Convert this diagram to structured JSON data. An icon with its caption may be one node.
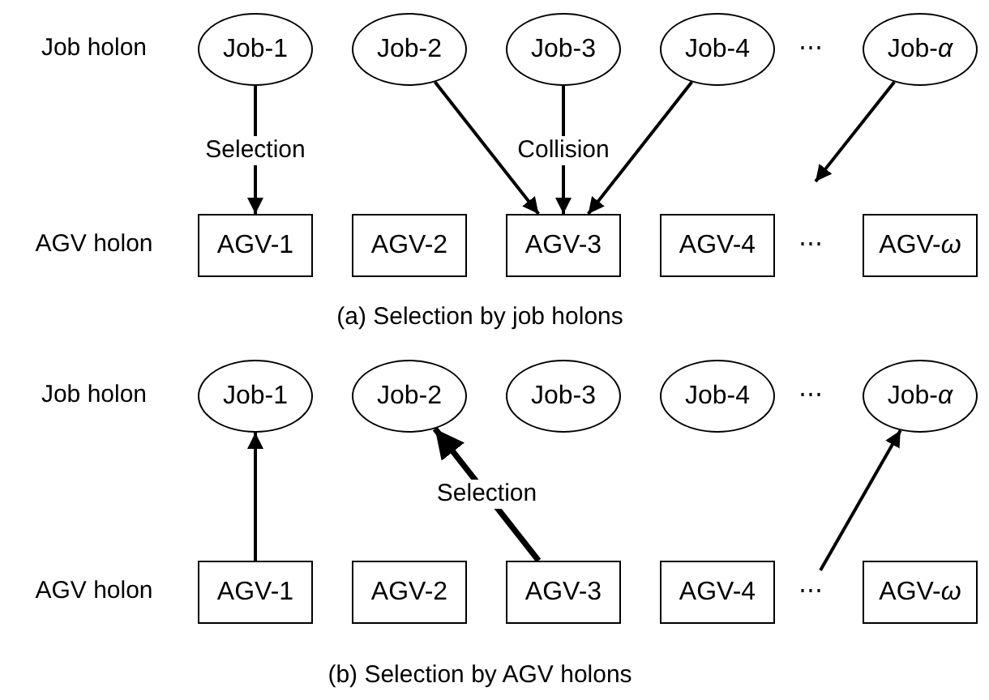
{
  "diagram": {
    "nodes": [
      {
        "text": [
          "Job-1"
        ]
      },
      {
        "text": [
          "Job-2"
        ]
      },
      {
        "text": [
          "Job-3"
        ]
      },
      {
        "text": [
          "Job-4"
        ]
      },
      {
        "text": [
          "Job-*α*"
        ]
      },
      {
        "text": [
          "AGV-1"
        ]
      },
      {
        "text": [
          "AGV-2"
        ]
      },
      {
        "text": [
          "AGV-3"
        ]
      },
      {
        "text": [
          "AGV-4"
        ]
      },
      {
        "text": [
          "AGV-*ω*"
        ]
      },
      {
        "text": [
          "Job-1"
        ]
      },
      {
        "text": [
          "Job-2"
        ]
      },
      {
        "text": [
          "Job-3"
        ]
      },
      {
        "text": [
          "Job-4"
        ]
      },
      {
        "text": [
          "Job-*α*"
        ]
      },
      {
        "text": [
          "AGV-1"
        ]
      },
      {
        "text": [
          "AGV-2"
        ]
      },
      {
        "text": [
          "AGV-3"
        ]
      },
      {
        "text": [
          "AGV-4"
        ]
      },
      {
        "text": [
          "AGV-*ω*"
        ]
      }
    ],
    "edges": [
      {
        "from": 0,
        "to": 5,
        "arrow": "to",
        "label": "Selection"
      },
      {
        "from": 1,
        "to": 7,
        "arrow": "to"
      },
      {
        "from": 2,
        "to": 7,
        "arrow": "to",
        "label": "Collision"
      },
      {
        "from": 3,
        "to": 7,
        "arrow": "to"
      },
      {
        "from": 4,
        "to": null,
        "arrow": "to"
      },
      {
        "from": 15,
        "to": 10,
        "arrow": "to"
      },
      {
        "from": 17,
        "to": 11,
        "arrow": "to",
        "label": "Selection",
        "style": "thick"
      },
      {
        "from": null,
        "to": 14,
        "arrow": "to"
      }
    ],
    "labels": [
      "Job holon",
      "⋯",
      "AGV holon",
      "⋯",
      "(a) Selection by job holons",
      "Job holon",
      "⋯",
      "AGV holon",
      "⋯",
      "(b) Selection by AGV holons"
    ]
  }
}
